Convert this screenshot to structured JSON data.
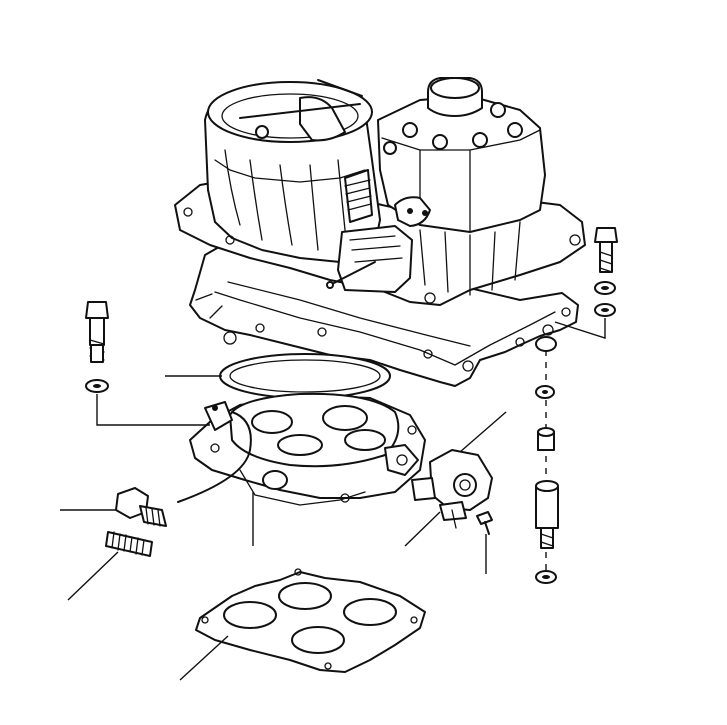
{
  "figure": {
    "kind": "exploded-parts-diagram",
    "line_color": "#111111",
    "background": "#ffffff",
    "parts": [
      "air-horn-assembly",
      "upper-gasket",
      "throttle-body",
      "throttle-body-o-ring-gasket",
      "throttle-position-sensor",
      "lower-base-gasket",
      "left-stud-bolt",
      "left-washer",
      "left-hex-bolt",
      "spring",
      "right-bolt",
      "right-washers",
      "right-stud",
      "right-spacer",
      "tps-screw"
    ]
  }
}
